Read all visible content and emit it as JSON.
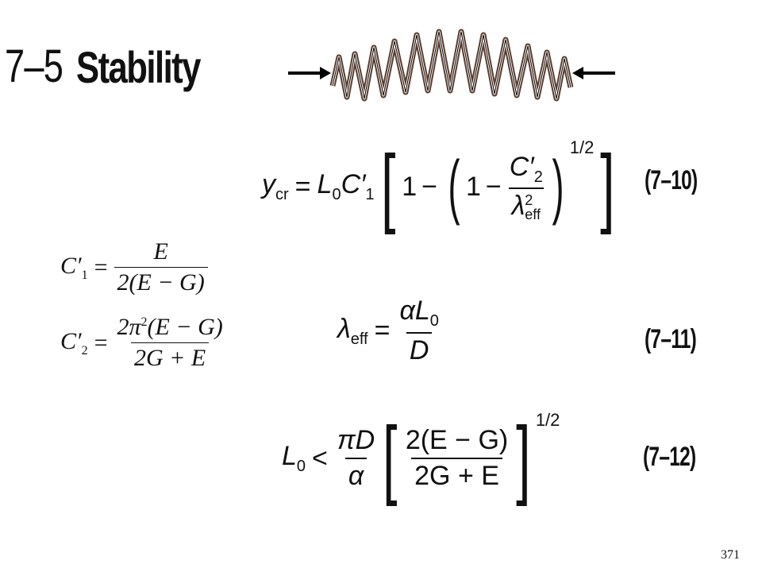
{
  "section": {
    "number": "7–5",
    "title": "Stability"
  },
  "equations": {
    "eq_7_10": {
      "number": "(7–10)",
      "lhs": "y",
      "lhs_sub": "cr",
      "rhs_prefix": "L",
      "rhs_prefix_sub": "0",
      "c1": "C′",
      "c1_sub": "1",
      "one": "1",
      "minus": "−",
      "c2": "C′",
      "c2_sub": "2",
      "lambda": "λ",
      "lambda_sup": "2",
      "lambda_sub": "eff",
      "exponent": "1/2"
    },
    "eq_7_11": {
      "number": "(7–11)",
      "lhs": "λ",
      "lhs_sub": "eff",
      "num": "αL",
      "num_sub": "0",
      "den": "D"
    },
    "eq_7_12": {
      "number": "(7–12)",
      "lhs": "L",
      "lhs_sub": "0",
      "rel": "<",
      "num": "πD",
      "den": "α",
      "inner_num": "2(E − G)",
      "inner_den": "2G + E",
      "exponent": "1/2"
    },
    "c1_def": {
      "lhs": "C′",
      "lhs_sub": "1",
      "num": "E",
      "den": "2(E − G)"
    },
    "c2_def": {
      "lhs": "C′",
      "lhs_sub": "2",
      "num_a": "2π",
      "num_sup": "2",
      "num_b": "(E − G)",
      "den": "2G + E"
    }
  },
  "page_number": "371",
  "icons": {
    "spring": "compressed-spring-diagram",
    "arrow_left": "force-arrow-right",
    "arrow_right": "force-arrow-left"
  }
}
